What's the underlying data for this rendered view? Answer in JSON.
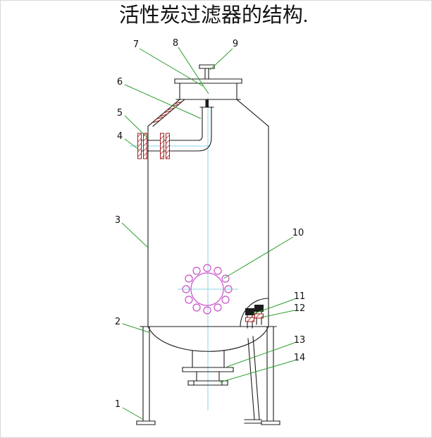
{
  "title": "活性炭过滤器的结构.",
  "diagram": {
    "name": "activated-carbon-filter-structure-drawing",
    "callouts": [
      {
        "label": "1"
      },
      {
        "label": "2"
      },
      {
        "label": "3"
      },
      {
        "label": "4"
      },
      {
        "label": "5"
      },
      {
        "label": "6"
      },
      {
        "label": "7"
      },
      {
        "label": "8"
      },
      {
        "label": "9"
      },
      {
        "label": "10"
      },
      {
        "label": "11"
      },
      {
        "label": "12"
      },
      {
        "label": "13"
      },
      {
        "label": "14"
      }
    ]
  },
  "colors": {
    "outline": "#1c1c1c",
    "leader": "#2e9e2e",
    "centerline": "#8ad4e4",
    "flange_hatch": "#a52020",
    "manhole": "#c94fc9",
    "frame": "#d9d9d9",
    "background": "#ffffff"
  }
}
